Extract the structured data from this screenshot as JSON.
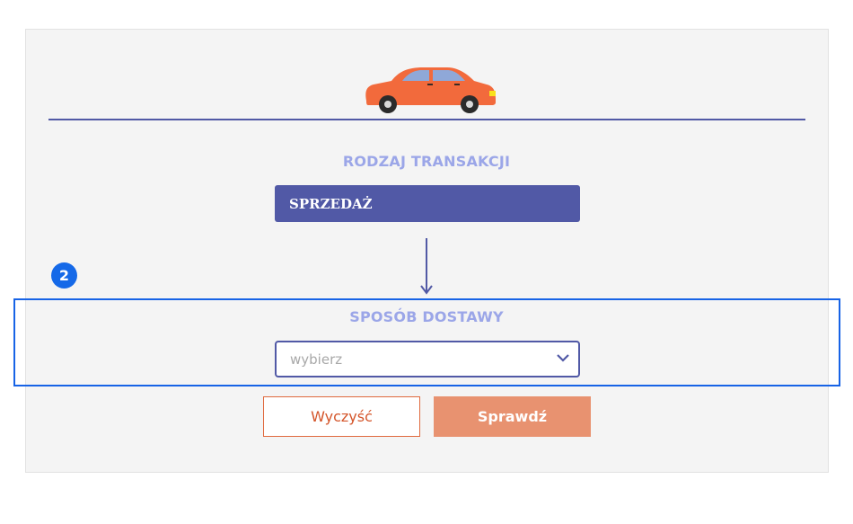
{
  "transaction": {
    "title": "RODZAJ TRANSAKCJI",
    "selected": "SPRZEDAŻ"
  },
  "step_badge": "2",
  "delivery": {
    "title": "SPOSÓB DOSTAWY",
    "select_value": "wybierz"
  },
  "buttons": {
    "clear_label": "Wyczyść",
    "check_label": "Sprawdź"
  },
  "colors": {
    "accent": "#5159a6",
    "title": "#9ba6e8",
    "badge": "#1569e8",
    "clear_text": "#d4552a",
    "check_bg": "#e89270",
    "car_body": "#f26a3c"
  },
  "icons": {
    "car": "car-icon",
    "arrow": "arrow-down-icon",
    "dropdown": "chevron-down-icon"
  }
}
